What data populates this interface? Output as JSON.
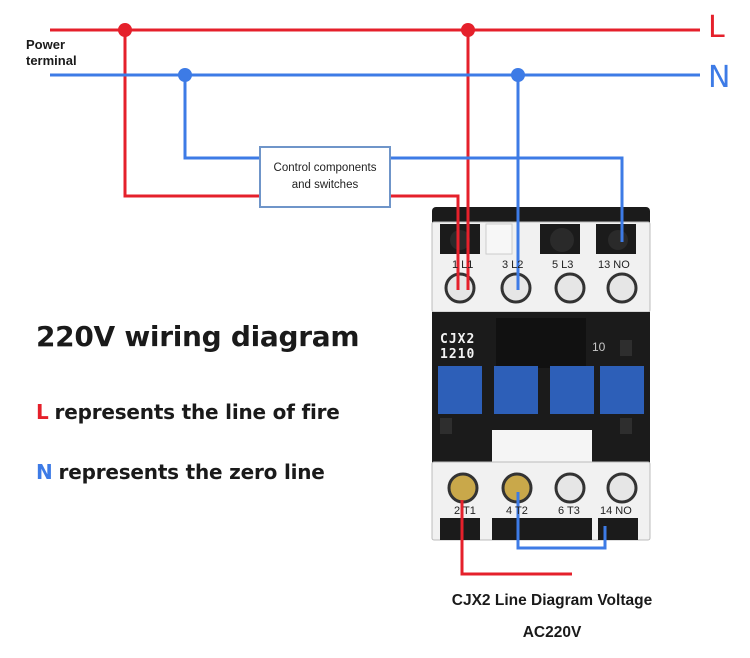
{
  "colors": {
    "live": "#e5202b",
    "neutral": "#3d7be6",
    "box_border": "#6f95c9",
    "contactor_body": "#1b1b1b",
    "terminal_block": "#f1f1f1",
    "coil_button": "#2d5fb8"
  },
  "line_labels": {
    "live": "L",
    "neutral": "N"
  },
  "power_terminal": "Power\nterminal",
  "control_box": "Control components\nand switches",
  "heading": "220V wiring diagram",
  "legend": {
    "l_key": "L",
    "l_text": "represents the line of fire",
    "n_key": "N",
    "n_text": "represents the zero line"
  },
  "contactor": {
    "model_line1": "CJX2",
    "model_line2": "1210",
    "aux_number": "10",
    "top_terminals": [
      "1 L1",
      "3 L2",
      "5 L3",
      "13 NO"
    ],
    "bottom_terminals": [
      "2 T1",
      "4 T2",
      "6 T3",
      "14 NO"
    ]
  },
  "caption": {
    "line1": "CJX2 Line Diagram Voltage",
    "line2": "AC220V"
  }
}
